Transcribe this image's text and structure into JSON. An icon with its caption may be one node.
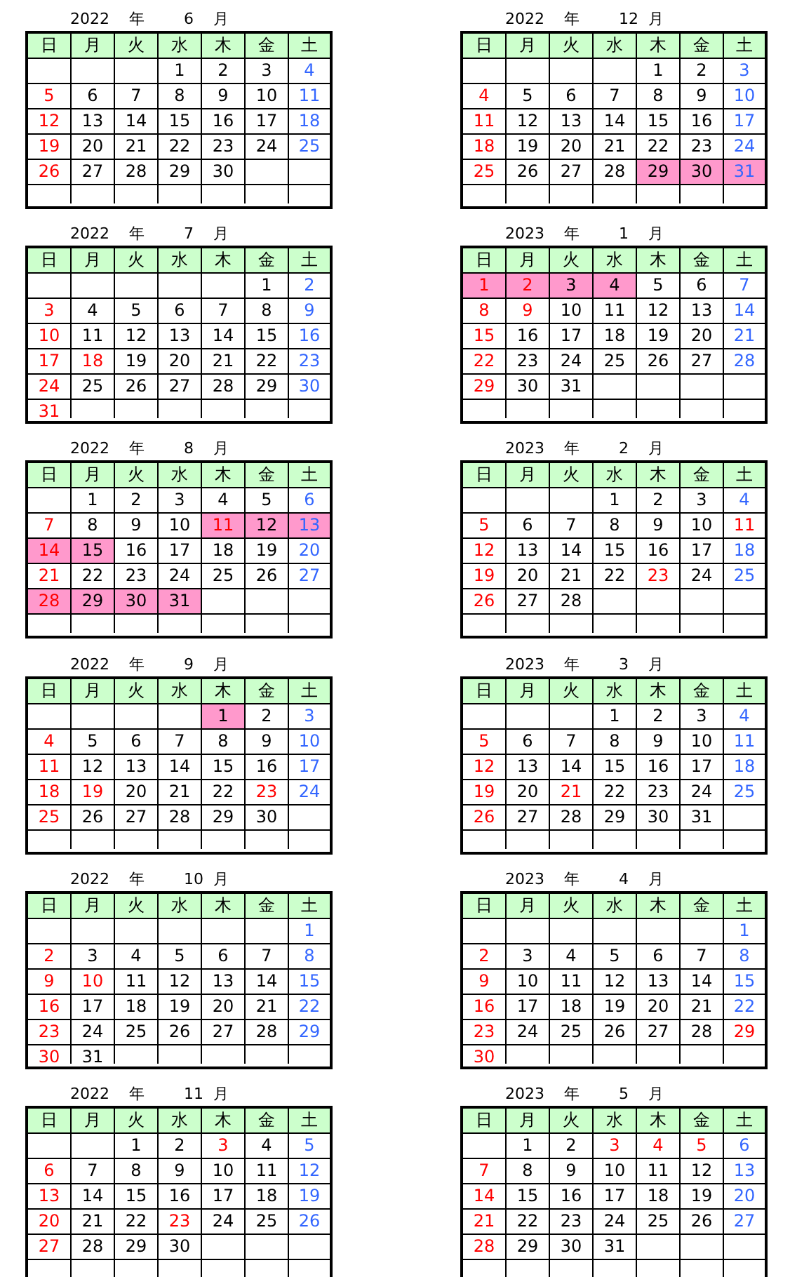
{
  "diagram": {
    "labels": [
      "2022",
      "年",
      "6",
      "月",
      "日",
      "月",
      "火",
      "水",
      "木",
      "金",
      "土",
      "1",
      "2",
      "3",
      "4",
      "5",
      "6",
      "7",
      "8",
      "9",
      "10",
      "11",
      "12",
      "13",
      "14",
      "15",
      "16",
      "17",
      "18",
      "19",
      "20",
      "21",
      "22",
      "23",
      "24",
      "25",
      "26",
      "27",
      "28",
      "29",
      "30",
      "2022",
      "年",
      "12",
      "月",
      "日",
      "月",
      "火",
      "水",
      "木",
      "金",
      "土",
      "1",
      "2",
      "3",
      "4",
      "5",
      "6",
      "7",
      "8",
      "9",
      "10",
      "11",
      "12",
      "13",
      "14",
      "15",
      "16",
      "17",
      "18",
      "19",
      "20",
      "21",
      "22",
      "23",
      "24",
      "25",
      "26",
      "27",
      "28",
      "29",
      "30",
      "31",
      "2022",
      "年",
      "7",
      "月",
      "日",
      "月",
      "火",
      "水",
      "木",
      "金",
      "土",
      "1",
      "2",
      "3",
      "4",
      "5",
      "6",
      "7",
      "8",
      "9",
      "10",
      "11",
      "12",
      "13",
      "14",
      "15",
      "16",
      "17",
      "18",
      "19",
      "20",
      "21",
      "22",
      "23",
      "24",
      "25",
      "26",
      "27",
      "28",
      "29",
      "30",
      "31",
      "2023",
      "年",
      "1",
      "月",
      "日",
      "月",
      "火",
      "水",
      "木",
      "金",
      "土",
      "1",
      "2",
      "3",
      "4",
      "5",
      "6",
      "7",
      "8",
      "9",
      "10",
      "11",
      "12",
      "13",
      "14",
      "15",
      "16",
      "17",
      "18",
      "19",
      "20",
      "21",
      "22",
      "23",
      "24",
      "25",
      "26",
      "27",
      "28",
      "29",
      "30",
      "31",
      "2022",
      "年",
      "8",
      "月",
      "日",
      "月",
      "火",
      "水",
      "木",
      "金",
      "土",
      "1",
      "2",
      "3",
      "4",
      "5",
      "6",
      "7",
      "8",
      "9",
      "10",
      "11",
      "12",
      "13",
      "14",
      "15",
      "16",
      "17",
      "18",
      "19",
      "20",
      "21",
      "22",
      "23",
      "24",
      "25",
      "26",
      "27",
      "28",
      "29",
      "30",
      "31",
      "2023",
      "年",
      "2",
      "月",
      "日",
      "月",
      "火",
      "水",
      "木",
      "金",
      "土",
      "1",
      "2",
      "3",
      "4",
      "5",
      "6",
      "7",
      "8",
      "9",
      "10",
      "11",
      "12",
      "13",
      "14",
      "15",
      "16",
      "17",
      "18",
      "19",
      "20",
      "21",
      "22",
      "23",
      "24",
      "25",
      "26",
      "27",
      "28",
      "2022",
      "年",
      "9",
      "月",
      "日",
      "月",
      "火",
      "水",
      "木",
      "金",
      "土",
      "1",
      "2",
      "3",
      "4",
      "5",
      "6",
      "7",
      "8",
      "9",
      "10",
      "11",
      "12",
      "13",
      "14",
      "15",
      "16",
      "17",
      "18",
      "19",
      "20",
      "21",
      "22",
      "23",
      "24",
      "25",
      "26",
      "27",
      "28",
      "29",
      "30",
      "2023",
      "年",
      "3",
      "月",
      "日",
      "月",
      "火",
      "水",
      "木",
      "金",
      "土",
      "1",
      "2",
      "3",
      "4",
      "5",
      "6",
      "7",
      "8",
      "9",
      "10",
      "11",
      "12",
      "13",
      "14",
      "15",
      "16",
      "17",
      "18",
      "19",
      "20",
      "21",
      "22",
      "23",
      "24",
      "25",
      "26",
      "27",
      "28",
      "29",
      "30",
      "31",
      "2022",
      "年",
      "10",
      "月",
      "日",
      "月",
      "火",
      "水",
      "木",
      "金",
      "土",
      "1",
      "2",
      "3",
      "4",
      "5",
      "6",
      "7",
      "8",
      "9",
      "10",
      "11",
      "12",
      "13",
      "14",
      "15",
      "16",
      "17",
      "18",
      "19",
      "20",
      "21",
      "22",
      "23",
      "24",
      "25",
      "26",
      "27",
      "28",
      "29",
      "30",
      "31",
      "2023",
      "年",
      "4",
      "月",
      "日",
      "月",
      "火",
      "水",
      "木",
      "金",
      "土",
      "1",
      "2",
      "3",
      "4",
      "5",
      "6",
      "7",
      "8",
      "9",
      "10",
      "11",
      "12",
      "13",
      "14",
      "15",
      "16",
      "17",
      "18",
      "19",
      "20",
      "21",
      "22",
      "23",
      "24",
      "25",
      "26",
      "27",
      "28",
      "29",
      "30",
      "2022",
      "年",
      "11",
      "月",
      "日",
      "月",
      "火",
      "水",
      "木",
      "金",
      "土",
      "1",
      "2",
      "3",
      "4",
      "5",
      "6",
      "7",
      "8",
      "9",
      "10",
      "11",
      "12",
      "13",
      "14",
      "15",
      "16",
      "17",
      "18",
      "19",
      "20",
      "21",
      "22",
      "23",
      "24",
      "25",
      "26",
      "27",
      "28",
      "29",
      "30",
      "2023",
      "年",
      "5",
      "月",
      "日",
      "月",
      "火",
      "水",
      "木",
      "金",
      "土",
      "1",
      "2",
      "3",
      "4",
      "5",
      "6",
      "7",
      "8",
      "9",
      "10",
      "11",
      "12",
      "13",
      "14",
      "15",
      "16",
      "17",
      "18",
      "19",
      "20",
      "21",
      "22",
      "23",
      "24",
      "25",
      "26",
      "27",
      "28",
      "29",
      "30",
      "31"
    ]
  }
}
